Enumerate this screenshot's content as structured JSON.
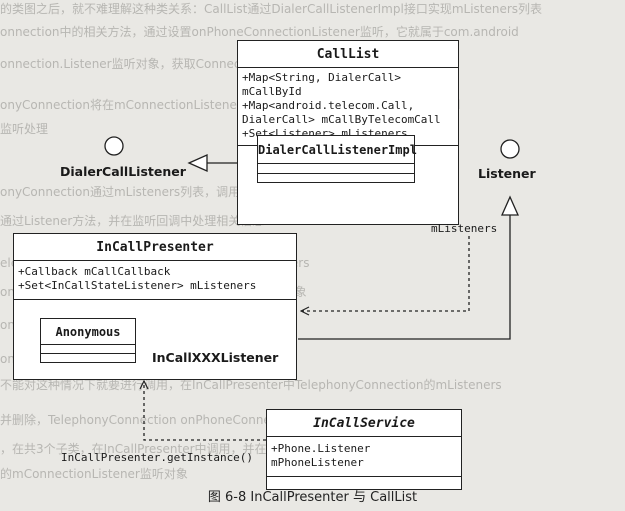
{
  "background_text": [
    "的类图之后，就不难理解这种类关系：CallList通过DialerCallListenerImpl接口实现mListeners列表",
    "onnection中的相关方法，通过设置onPhoneConnectionListener监听，它就属于com.android",
    "onnection.Listener监听对象，获取Connection",
    "onyConnection将在mConnectionListener列表中添加监听，Telephony Voice Call",
    "监听处理",
    "onyConnection通过mListeners列表，调用Listener接口，从而将",
    "通过Listener方法，并在监听回调中处理相关信息",
    "elephonyConnection中通过事件的形式调用mListeners",
    "onnection对象，在InCallPresenter中创建Listener对象",
    "onnection信息",
    "onnection调用mListeners，mCallCallback",
    "不能对这种情况下就要进行调用，在InCallPresenter中TelephonyConnection的mListeners",
    "并删除，TelephonyConnection onPhoneConnectionListener方法",
    "，在共3个子类，在InCallPresenter中调用，并在mListeners中设置onConnection",
    "的mConnectionListener监听对象"
  ],
  "classes": {
    "calllist": {
      "name": "CallList",
      "attrs": [
        "+Map<String, DialerCall> mCallById",
        "+Map<android.telecom.Call, DialerCall> mCallByTelecomCall",
        "+Set<Listener> mListeners"
      ]
    },
    "impl": {
      "name": "DialerCallListenerImpl"
    },
    "incallpresenter": {
      "name": "InCallPresenter",
      "attrs": [
        "+Callback mCallCallback",
        "+Set<InCallStateListener> mListeners"
      ]
    },
    "anonymous": {
      "name": "Anonymous"
    },
    "incallservice": {
      "name": "InCallService",
      "attrs": [
        "+Phone.Listener mPhoneListener"
      ]
    }
  },
  "interfaces": {
    "dialercalllistener": "DialerCallListener",
    "listener": "Listener",
    "incallxxxlistener": "InCallXXXListener"
  },
  "labels": {
    "mlisteners": "mListeners",
    "getinstance": "InCallPresenter.getInstance()"
  },
  "caption": "图 6-8   InCallPresenter 与 CallList"
}
